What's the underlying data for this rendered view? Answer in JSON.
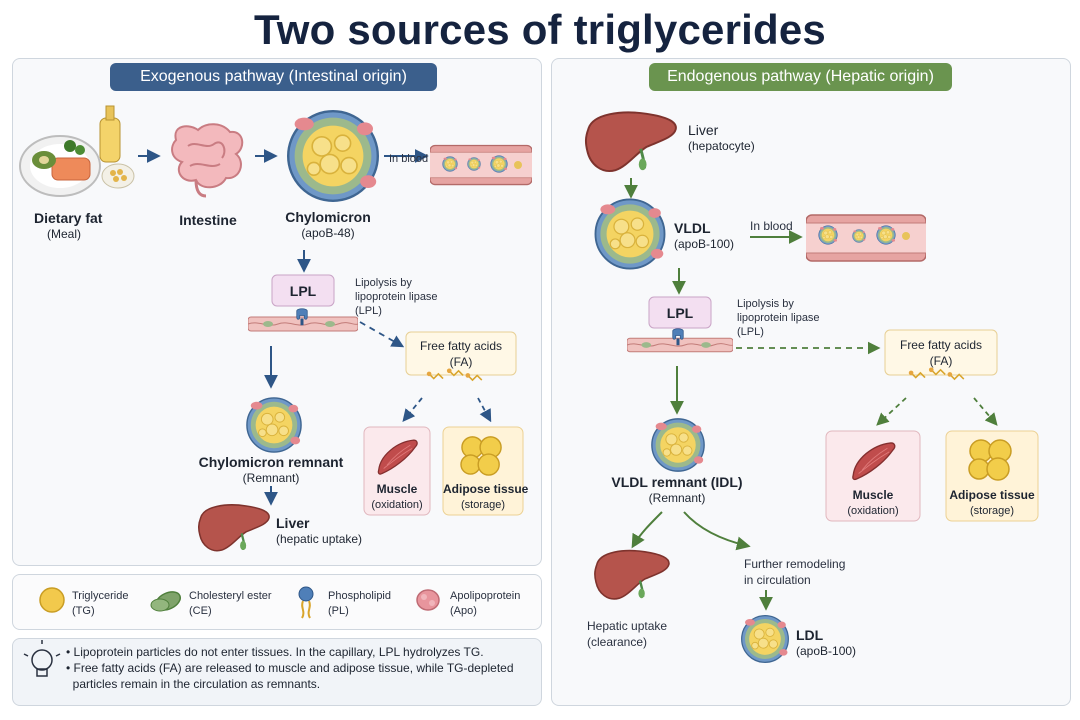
{
  "title": "Two sources of triglycerides",
  "exogenous": {
    "header": "Exogenous pathway (Intestinal origin)",
    "dietary_fat": {
      "main": "Dietary fat",
      "sub": "(Meal)"
    },
    "intestine": {
      "main": "Intestine"
    },
    "chylomicron": {
      "main": "Chylomicron",
      "sub": "(apoB-48)"
    },
    "blood_label": "In blood",
    "lpl": "LPL",
    "lipolysis": [
      "Lipolysis by",
      "lipoprotein lipase",
      "(LPL)"
    ],
    "ffa": {
      "main": "Free fatty acids",
      "sub": "(FA)"
    },
    "remnant": {
      "main": "Chylomicron remnant",
      "sub": "(Remnant)"
    },
    "liver": {
      "main": "Liver",
      "sub": "(hepatic uptake)"
    },
    "muscle": {
      "main": "Muscle",
      "sub": "(oxidation)"
    },
    "adipose": {
      "main": "Adipose tissue",
      "sub": "(storage)"
    }
  },
  "endogenous": {
    "header": "Endogenous pathway (Hepatic origin)",
    "liver": {
      "main": "Liver",
      "sub": "(hepatocyte)"
    },
    "vldl": {
      "main": "VLDL",
      "sub": "(apoB-100)"
    },
    "blood_label": "In blood",
    "lpl": "LPL",
    "lipolysis": [
      "Lipolysis by",
      "lipoprotein lipase",
      "(LPL)"
    ],
    "ffa": {
      "main": "Free fatty acids",
      "sub": "(FA)"
    },
    "muscle": {
      "main": "Muscle",
      "sub": "(oxidation)"
    },
    "adipose": {
      "main": "Adipose tissue",
      "sub": "(storage)"
    },
    "vldl_remnant": {
      "main": "VLDL remnant (IDL)",
      "sub": "(Remnant)"
    },
    "hepatic_uptake": [
      "Hepatic uptake",
      "(clearance)"
    ],
    "remodeling": [
      "Further remodeling",
      "in circulation"
    ],
    "ldl": {
      "main": "LDL",
      "sub": "(apoB-100)"
    }
  },
  "legend": [
    {
      "name": "Triglyceride",
      "abbr": "(TG)",
      "color": "#f2c94c"
    },
    {
      "name": "Cholesteryl ester",
      "abbr": "(CE)",
      "color": "#7fa36a"
    },
    {
      "name": "Phospholipid",
      "abbr": "(PL)",
      "color": "#4f7fb8"
    },
    {
      "name": "Apolipoprotein",
      "abbr": "(Apo)",
      "color": "#e8959d"
    }
  ],
  "note": [
    "• Lipoprotein particles do not enter tissues. In the capillary, LPL hydrolyzes TG.",
    "• Free fatty acids (FA) are released to muscle and adipose tissue, while TG-depleted",
    "  particles remain in the circulation as remnants."
  ],
  "colors": {
    "exo_accent": "#3b5f8c",
    "endo_accent": "#6a944f",
    "title": "#15233f"
  },
  "icons": [
    "meal-icon",
    "intestine-icon",
    "lipoprotein-particle-icon",
    "blood-vessel-icon",
    "lpl-enzyme-icon",
    "capillary-wall-icon",
    "fatty-acid-icon",
    "muscle-icon",
    "adipose-icon",
    "liver-icon",
    "lightbulb-icon"
  ]
}
